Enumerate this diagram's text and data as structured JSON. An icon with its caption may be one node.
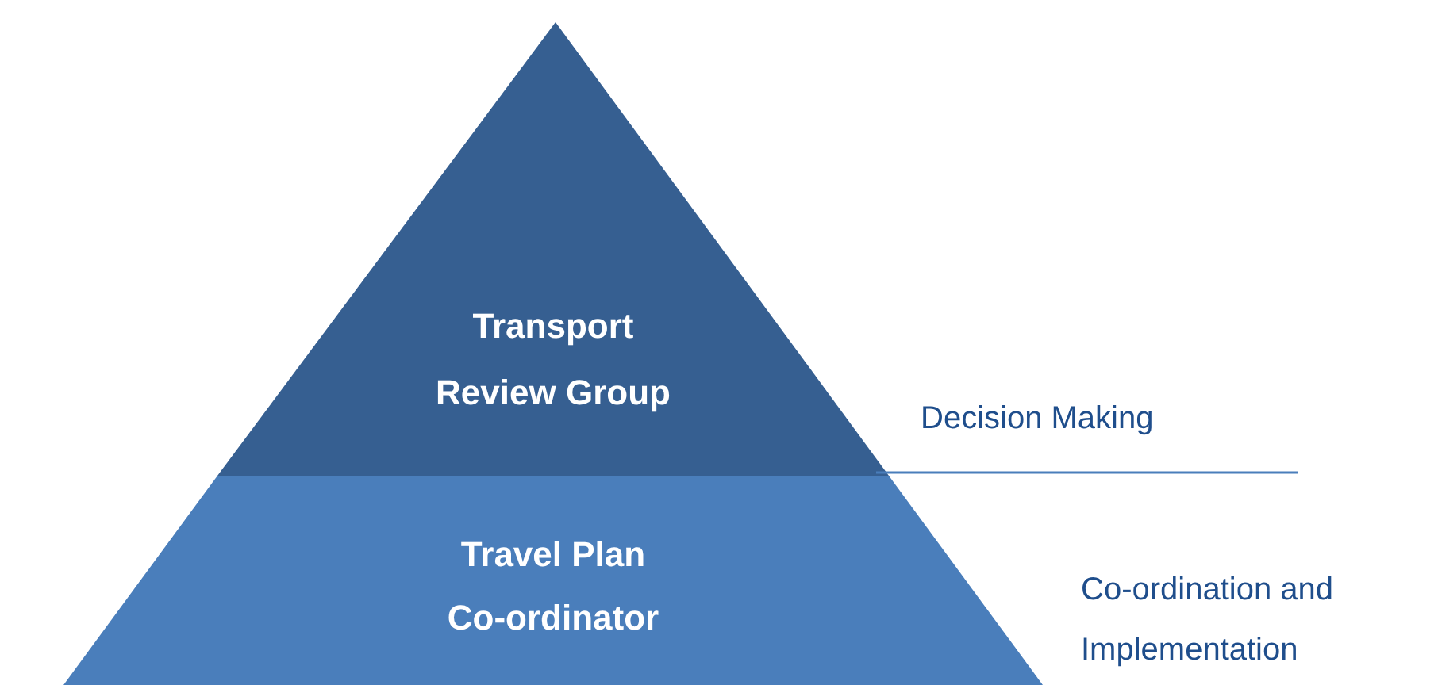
{
  "diagram": {
    "nodes": [
      {
        "text": [
          "Transport Review Group"
        ],
        "beside": [
          "Decision Making"
        ]
      },
      {
        "text": [
          "Travel Plan Co-ordinator"
        ],
        "beside": [
          "Co-ordination and Implementation"
        ]
      }
    ]
  }
}
